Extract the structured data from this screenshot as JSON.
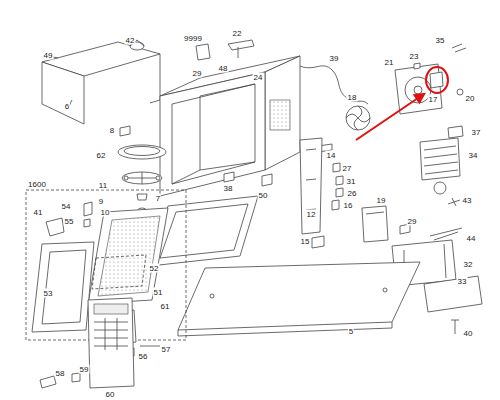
{
  "diagram": {
    "labels": [
      "42",
      "9999",
      "22",
      "24",
      "39",
      "35",
      "21",
      "23",
      "49",
      "29",
      "48",
      "18",
      "17",
      "20",
      "6",
      "8",
      "62",
      "11",
      "9",
      "10",
      "41",
      "37",
      "34",
      "14",
      "27",
      "31",
      "26",
      "16",
      "7",
      "38",
      "50",
      "12",
      "15",
      "43",
      "19",
      "29",
      "44",
      "32",
      "33",
      "40",
      "5",
      "1600",
      "54",
      "55",
      "52",
      "51",
      "53",
      "61",
      "57",
      "56",
      "60",
      "59",
      "58"
    ]
  }
}
